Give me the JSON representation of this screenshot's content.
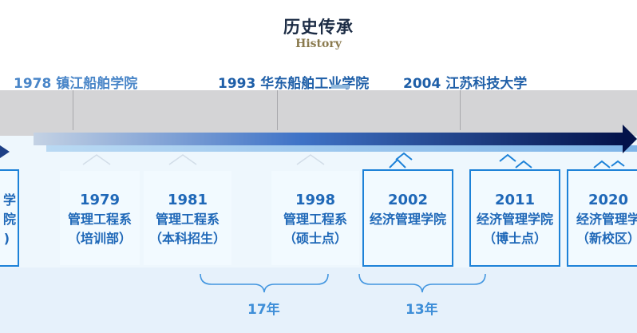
{
  "header": {
    "title": "历史传承",
    "subtitle": "History"
  },
  "milestones": [
    {
      "text": "1978 镇江船舶学院"
    },
    {
      "text": "1993 华东船舶工业学院"
    },
    {
      "text": "2004 江苏科技大学"
    }
  ],
  "cards": [
    {
      "year": "",
      "name": "学院",
      "sub": ")"
    },
    {
      "year": "1979",
      "name": "管理工程系",
      "sub": "（培训部）"
    },
    {
      "year": "1981",
      "name": "管理工程系",
      "sub": "（本科招生）"
    },
    {
      "year": "1998",
      "name": "管理工程系",
      "sub": "（硕士点）"
    },
    {
      "year": "2002",
      "name": "经济管理学院",
      "sub": ""
    },
    {
      "year": "2011",
      "name": "经济管理学院",
      "sub": "（博士点）"
    },
    {
      "year": "2020",
      "name": "经济管理学",
      "sub": "（新校区）"
    }
  ],
  "spans": [
    {
      "label": "17年"
    },
    {
      "label": "13年"
    }
  ],
  "colors": {
    "arrow_start": "#c4d2e4",
    "arrow_end": "#03124a",
    "card_border": "#1d82d8",
    "accent": "#4a86c8"
  }
}
